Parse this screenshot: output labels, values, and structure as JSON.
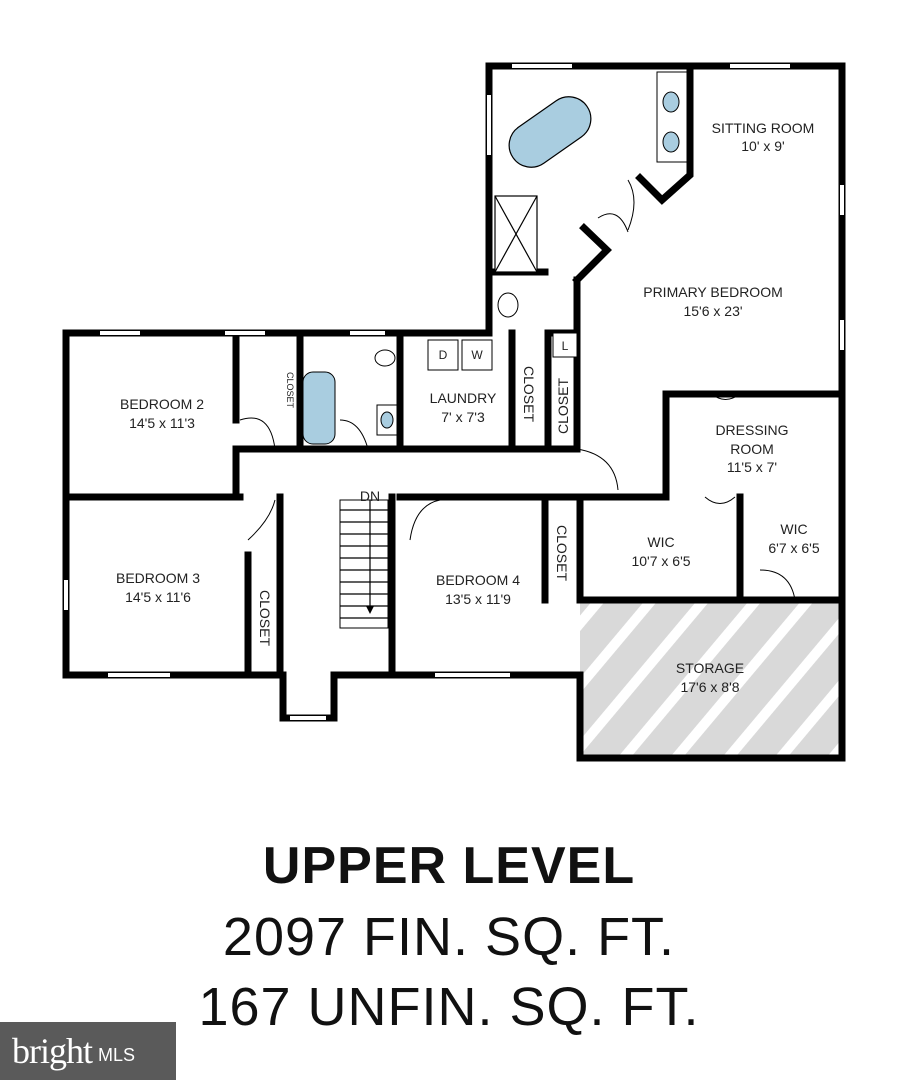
{
  "rooms": {
    "sitting_room": {
      "name": "SITTING ROOM",
      "size": "10' x 9'"
    },
    "primary_bedroom": {
      "name": "PRIMARY BEDROOM",
      "size": "15'6 x 23'"
    },
    "bedroom_2": {
      "name": "BEDROOM 2",
      "size": "14'5 x 11'3"
    },
    "laundry": {
      "name": "LAUNDRY",
      "size": "7' x 7'3"
    },
    "dressing_room": {
      "name_line1": "DRESSING",
      "name_line2": "ROOM",
      "size": "11'5 x 7'"
    },
    "bedroom_3": {
      "name": "BEDROOM 3",
      "size": "14'5 x 11'6"
    },
    "bedroom_4": {
      "name": "BEDROOM 4",
      "size": "13'5 x 11'9"
    },
    "wic_1": {
      "name": "WIC",
      "size": "10'7 x 6'5"
    },
    "wic_2": {
      "name": "WIC",
      "size": "6'7 x 6'5"
    },
    "storage": {
      "name": "STORAGE",
      "size": "17'6 x 8'8"
    }
  },
  "closets": {
    "bedroom_2_closet": "CLOSET",
    "laundry_closet": "CLOSET",
    "hall_closet": "CLOSET",
    "bedroom_4_closet": "CLOSET",
    "bedroom_3_closet": "CLOSET"
  },
  "fixtures": {
    "dryer": "D",
    "washer": "W",
    "linen": "L",
    "stairs_down": "DN"
  },
  "caption": {
    "title": "UPPER LEVEL",
    "finished": "2097 FIN. SQ. FT.",
    "unfinished": "167 UNFIN. SQ. FT."
  },
  "logo": {
    "brand": "bright",
    "suffix": "MLS"
  },
  "colors": {
    "wall": "#000000",
    "fixture_fill": "#a9cde0",
    "storage_fill": "#dcdcdc",
    "logo_bg": "#5a5a5a"
  }
}
